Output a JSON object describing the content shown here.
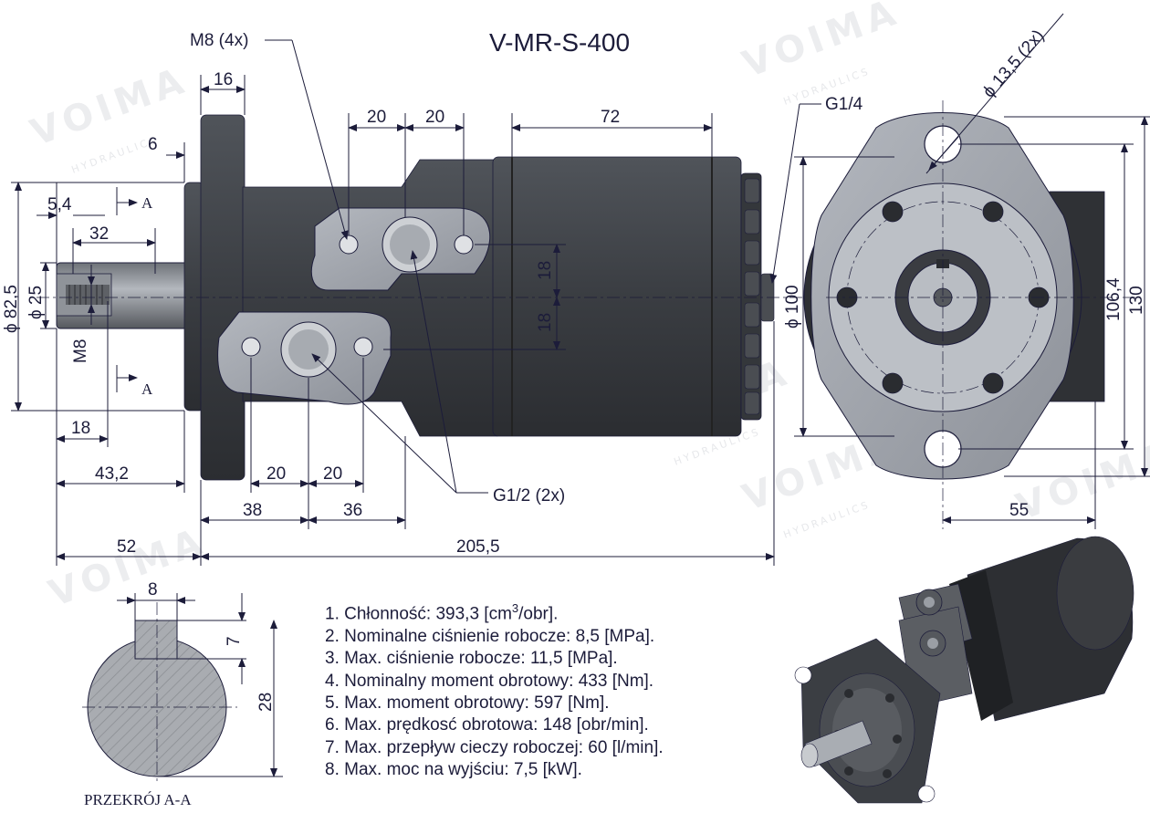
{
  "title": "V-MR-S-400",
  "watermark": {
    "brand": "VOIMA",
    "sub": "HYDRAULICS"
  },
  "dimensions": {
    "m8_4x": "M8 (4x)",
    "d16": "16",
    "d6": "6",
    "d5_4": "5,4",
    "d32": "32",
    "phi82_5": "ϕ 82,5",
    "phi25": "ϕ 25",
    "m8": "M8",
    "d18": "18",
    "d43_2": "43,2",
    "d52": "52",
    "d20a": "20",
    "d20b": "20",
    "d72": "72",
    "d18a": "18",
    "d18b": "18",
    "d20c": "20",
    "d20d": "20",
    "d38": "38",
    "d36": "36",
    "d205_5": "205,5",
    "g1_2": "G1/2 (2x)",
    "g1_4": "G1/4",
    "phi13_5": "ϕ 13,5 (2x)",
    "phi100": "ϕ 100",
    "d106_4": "106,4",
    "d130": "130",
    "d55": "55",
    "key8": "8",
    "key7": "7",
    "key28": "28",
    "sectionA1": "A",
    "sectionA2": "A"
  },
  "section_label": "PRZEKRÓJ A-A",
  "specs": {
    "s1_pre": "1. Chłonność: 393,3 [cm",
    "s1_sup": "3",
    "s1_post": "/obr].",
    "s2": "2. Nominalne ciśnienie robocze: 8,5 [MPa].",
    "s3": "3. Max. ciśnienie robocze: 11,5 [MPa].",
    "s4": "4. Nominalny moment obrotowy: 433 [Nm].",
    "s5": "5. Max. moment obrotowy: 597 [Nm].",
    "s6": "6. Max. prędkosć obrotowa: 148 [obr/min].",
    "s7": "7. Max. przepływ cieczy roboczej: 60 [l/min].",
    "s8": "8. Max. moc na wyjściu: 7,5 [kW]."
  },
  "colors": {
    "line": "#1c1c3a",
    "body": "#3c3f44",
    "plate": "#9ea3ab",
    "watermark": "#c9ccd2"
  }
}
